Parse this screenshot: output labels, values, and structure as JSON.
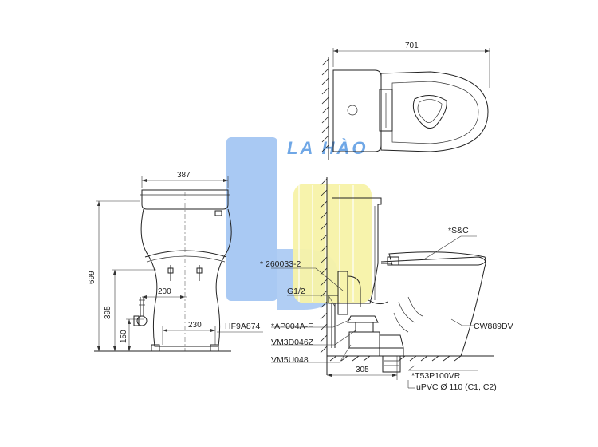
{
  "watermark": {
    "text": "LA HÀO",
    "color_blue": "#a9c9f3",
    "color_yellow": "#f7f2a8"
  },
  "dimensions": {
    "top_width": "701",
    "front_width": "387",
    "total_height": "699",
    "inlet_height": "395",
    "supply_height": "150",
    "supply_offset": "200",
    "bolt_spacing": "230",
    "rough_in": "305"
  },
  "part_labels": {
    "seat": "*S&C",
    "valve": "* 260033-2",
    "connector": "G1/2",
    "fill_valve": "*AP004A-F",
    "flush_valve": "VM3D046Z",
    "flange": "VM5U048",
    "bowl": "CW889DV",
    "angle_valve": "HF9A874",
    "trap": "*T53P100VR",
    "pipe": "uPVC   Ø 110 (C1, C2)"
  }
}
